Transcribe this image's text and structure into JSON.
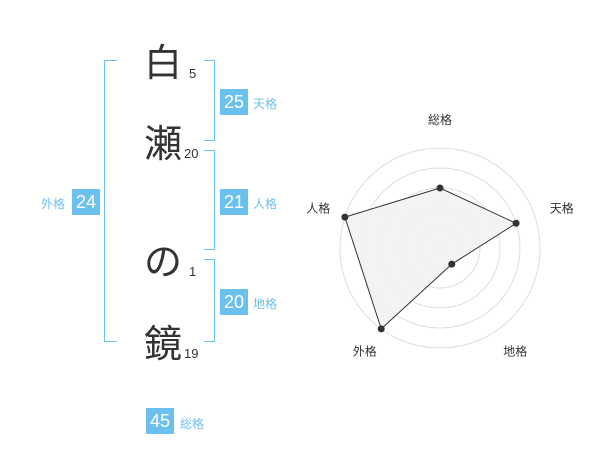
{
  "name": {
    "chars": [
      "白",
      "瀬",
      "の",
      "鏡"
    ],
    "strokes": [
      "5",
      "20",
      "1",
      "19"
    ]
  },
  "scores": {
    "tenkaku": {
      "value": "25",
      "label": "天格"
    },
    "jinkaku": {
      "value": "21",
      "label": "人格"
    },
    "chikaku": {
      "value": "20",
      "label": "地格"
    },
    "gaikaku": {
      "value": "24",
      "label": "外格"
    },
    "soukaku": {
      "value": "45",
      "label": "総格"
    }
  },
  "chart_data": {
    "type": "radar",
    "axes": [
      "総格",
      "天格",
      "地格",
      "外格",
      "人格"
    ],
    "values": [
      3,
      4,
      1,
      5,
      5
    ],
    "max": 5,
    "colors": {
      "fill": "#f2f2f2",
      "line": "#333333",
      "grid": "#dddddd",
      "accent": "#6cc0ee"
    }
  }
}
